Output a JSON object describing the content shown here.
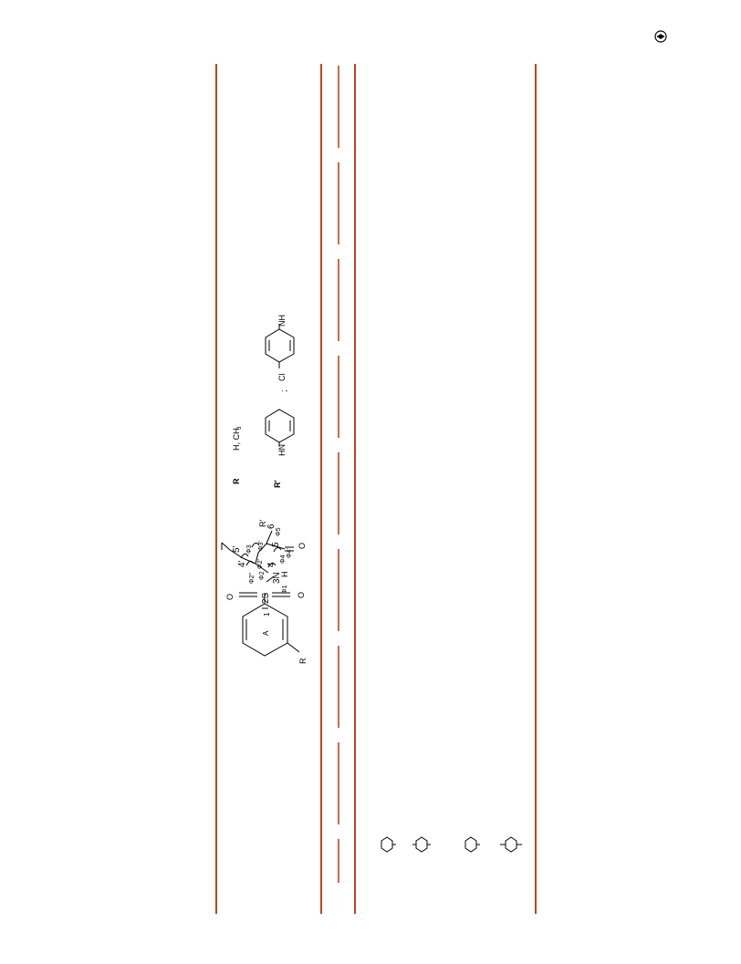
{
  "structure": {
    "substituent_r": "R",
    "substituent_r_prime": "R'",
    "ring_label": "A",
    "atoms": {
      "c1": "1",
      "s2": "2S",
      "n3": "3N",
      "h3": "H",
      "c4": "4",
      "c4p": "4'",
      "c5": "5",
      "c5p": "5'",
      "c6": "6",
      "o_top": "O",
      "o_bottom": "O",
      "o_ester": "O"
    },
    "torsions": {
      "phi1": "Φ1",
      "phi2": "Φ2",
      "phi2p": "Φ2'",
      "phi2pp": "Φ2''",
      "phi3": "Φ3",
      "phi3p": "Φ3'",
      "phi4": "Φ4",
      "phi4p": "Φ4'",
      "phi5": "Φ5"
    }
  },
  "legend": {
    "r_label": "R",
    "r_values": "H, CH",
    "r_values_subscript": "3",
    "r_prime_label": "R'",
    "phenyl_amino": "HN",
    "separator": ";",
    "chloro_atom": "Cl",
    "chloro_amino": "NH"
  },
  "colors": {
    "rule": "#c0461c",
    "ink": "#000000"
  },
  "icons": {
    "corner_logo": "crossref-logo-icon"
  }
}
